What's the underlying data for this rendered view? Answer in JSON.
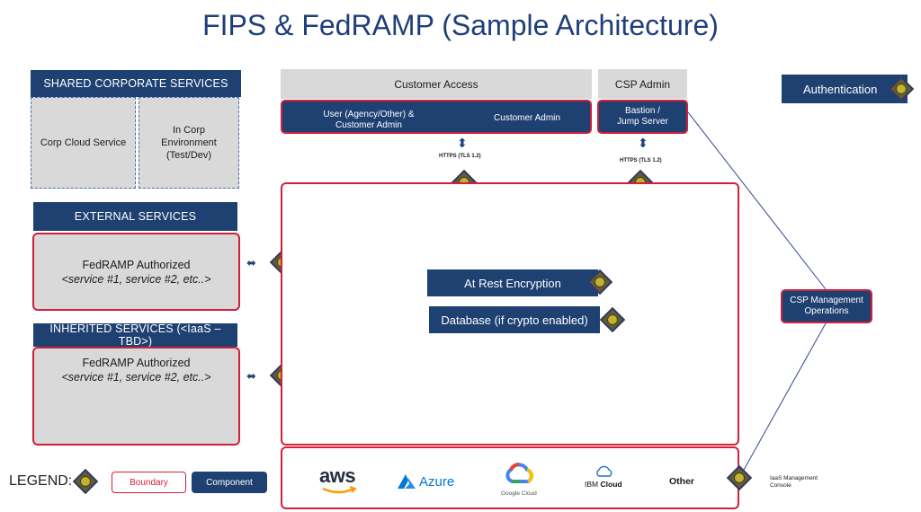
{
  "title": "FIPS & FedRAMP (Sample Architecture)",
  "shared": {
    "header": "SHARED CORPORATE SERVICES",
    "box1": "Corp Cloud Service",
    "box2_line1": "In Corp",
    "box2_line2": "Environment",
    "box2_line3": "(Test/Dev)"
  },
  "external": {
    "header": "EXTERNAL SERVICES",
    "line1": "FedRAMP Authorized",
    "line2": "<service #1, service #2, etc..>"
  },
  "inherited": {
    "header": "INHERITED SERVICES (<IaaS – TBD>)",
    "line1": "FedRAMP Authorized",
    "line2": "<service #1, service #2, etc..>"
  },
  "customer_access": {
    "header": "Customer Access",
    "user_line1": "User (Agency/Other) &",
    "user_line2": "Customer Admin",
    "customer_admin": "Customer Admin",
    "https": "HTTPS (TLS 1.2)"
  },
  "csp_admin": {
    "header": "CSP Admin",
    "bastion_line1": "Bastion /",
    "bastion_line2": "Jump Server",
    "https": "HTTPS (TLS 1.2)"
  },
  "authentication": "Authentication",
  "at_rest": "At Rest Encryption",
  "database": "Database (if crypto enabled)",
  "csp_mgmt_line1": "CSP Management",
  "csp_mgmt_line2": "Operations",
  "iaas_mgmt_line1": "IaaS Management",
  "iaas_mgmt_line2": "Console",
  "providers": {
    "aws": "aws",
    "azure": "Azure",
    "google": "Google Cloud",
    "ibm_a": "IBM",
    "ibm_b": "Cloud",
    "other": "Other"
  },
  "legend": {
    "label": "LEGEND:",
    "boundary": "Boundary",
    "component": "Component"
  },
  "colors": {
    "navy": "#1f4172",
    "boundary_red": "#d0203a",
    "grey": "#d9d9d9"
  }
}
